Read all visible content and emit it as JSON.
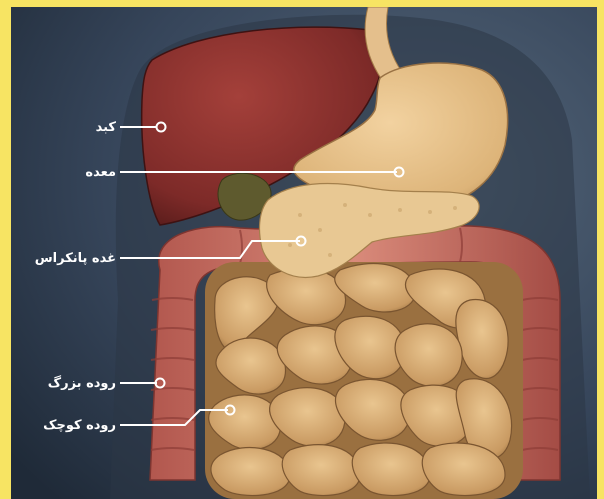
{
  "labels": {
    "liver": "کبد",
    "stomach": "معده",
    "pancreas": "غده پانکراس",
    "large_intestine": "روده بزرگ",
    "small_intestine": "روده کوچک"
  },
  "colors": {
    "frame": "#f7e463",
    "background": "#2f3c4c",
    "liver": "#8a2f2c",
    "organs": "#e7c08a",
    "colon": "#c9776a",
    "leader": "#ffffff"
  }
}
